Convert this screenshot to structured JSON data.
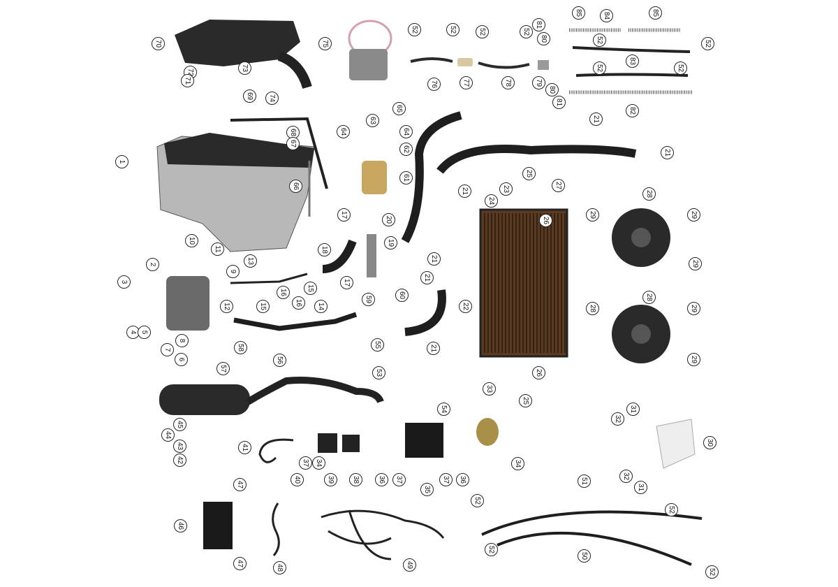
{
  "diagram": {
    "title": "",
    "callouts": [
      "70",
      "75",
      "72",
      "73",
      "71",
      "74",
      "52",
      "52",
      "52",
      "52",
      "81",
      "80",
      "85",
      "84",
      "85",
      "52",
      "52",
      "76",
      "77",
      "78",
      "79",
      "80",
      "81",
      "52",
      "83",
      "52",
      "82",
      "69",
      "65",
      "63",
      "68",
      "67",
      "64",
      "64",
      "62",
      "21",
      "21",
      "1",
      "66",
      "61",
      "23",
      "25",
      "27",
      "21",
      "24",
      "28",
      "29",
      "29",
      "17",
      "20",
      "26",
      "10",
      "11",
      "18",
      "19",
      "21",
      "2",
      "9",
      "13",
      "29",
      "3",
      "21",
      "17",
      "12",
      "16",
      "15",
      "16",
      "14",
      "15",
      "59",
      "60",
      "22",
      "28",
      "28",
      "29",
      "4",
      "5",
      "8",
      "55",
      "21",
      "7",
      "58",
      "56",
      "6",
      "57",
      "26",
      "29",
      "53",
      "54",
      "33",
      "25",
      "31",
      "32",
      "30",
      "41",
      "45",
      "44",
      "43",
      "42",
      "37",
      "34",
      "40",
      "39",
      "38",
      "36",
      "37",
      "35",
      "37",
      "36",
      "34",
      "32",
      "31",
      "51",
      "47",
      "46",
      "47",
      "48",
      "49",
      "52",
      "52",
      "52",
      "50",
      "52"
    ]
  }
}
